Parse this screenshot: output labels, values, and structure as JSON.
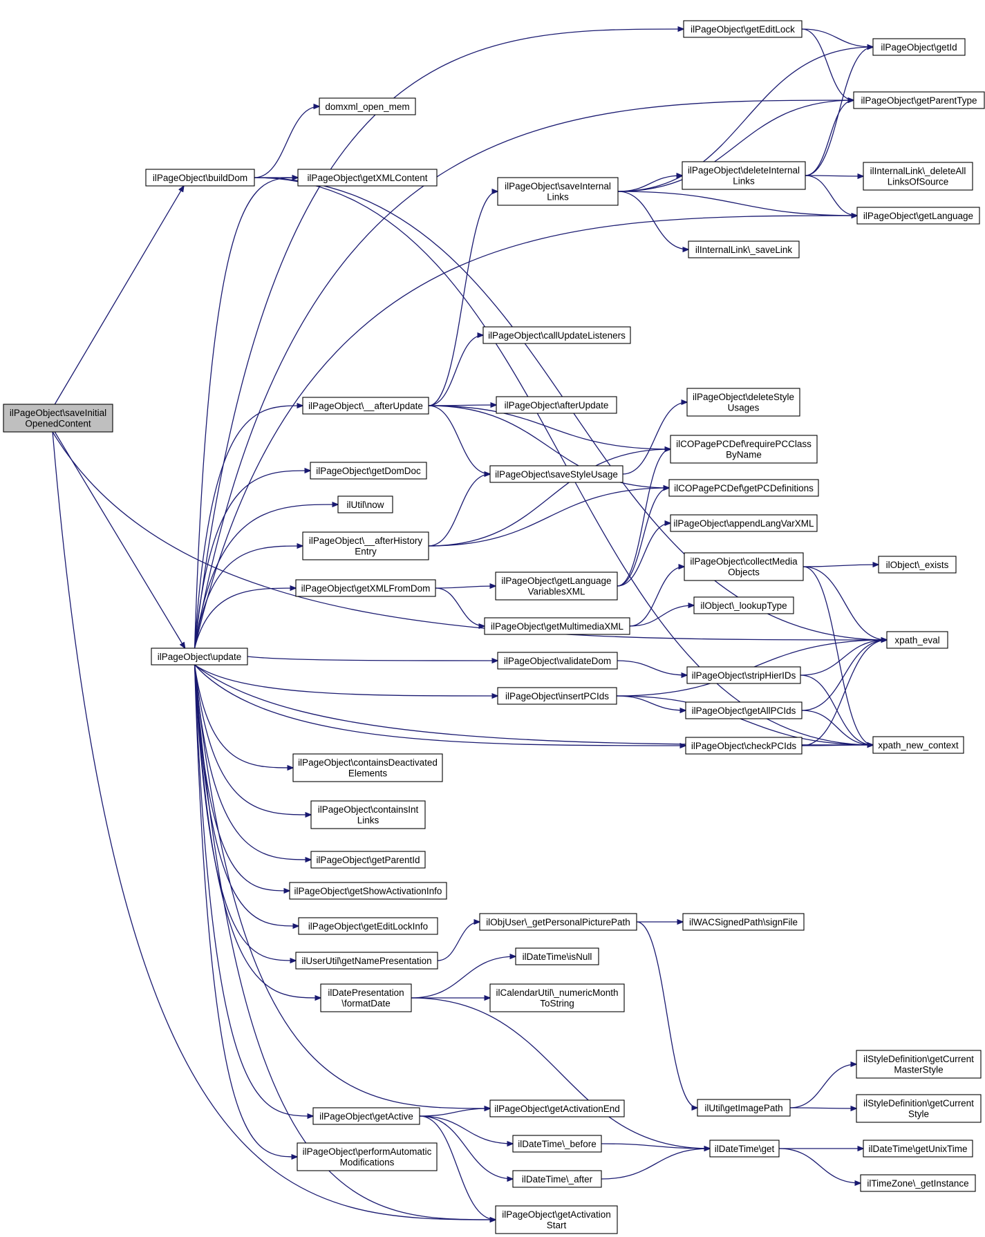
{
  "nodes": [
    {
      "id": "root",
      "lines": [
        "ilPageObject\\saveInitial",
        "OpenedContent"
      ]
    },
    {
      "id": "buildDom",
      "lines": [
        "ilPageObject\\buildDom"
      ]
    },
    {
      "id": "update",
      "lines": [
        "ilPageObject\\update"
      ]
    },
    {
      "id": "domxml",
      "lines": [
        "domxml_open_mem"
      ]
    },
    {
      "id": "getXMLContent",
      "lines": [
        "ilPageObject\\getXMLContent"
      ]
    },
    {
      "id": "afterUpdate__",
      "lines": [
        "ilPageObject\\__afterUpdate"
      ]
    },
    {
      "id": "getDomDoc",
      "lines": [
        "ilPageObject\\getDomDoc"
      ]
    },
    {
      "id": "now",
      "lines": [
        "ilUtil\\now"
      ]
    },
    {
      "id": "afterHistory",
      "lines": [
        "ilPageObject\\__afterHistory",
        "Entry"
      ]
    },
    {
      "id": "getXMLFromDom",
      "lines": [
        "ilPageObject\\getXMLFromDom"
      ]
    },
    {
      "id": "containsDeact",
      "lines": [
        "ilPageObject\\containsDeactivated",
        "Elements"
      ]
    },
    {
      "id": "containsInt",
      "lines": [
        "ilPageObject\\containsInt",
        "Links"
      ]
    },
    {
      "id": "getParentId",
      "lines": [
        "ilPageObject\\getParentId"
      ]
    },
    {
      "id": "getShowAct",
      "lines": [
        "ilPageObject\\getShowActivationInfo"
      ]
    },
    {
      "id": "getEditLockInfo",
      "lines": [
        "ilPageObject\\getEditLockInfo"
      ]
    },
    {
      "id": "getNamePres",
      "lines": [
        "ilUserUtil\\getNamePresentation"
      ]
    },
    {
      "id": "formatDate",
      "lines": [
        "ilDatePresentation",
        "\\formatDate"
      ]
    },
    {
      "id": "getActive",
      "lines": [
        "ilPageObject\\getActive"
      ]
    },
    {
      "id": "performAuto",
      "lines": [
        "ilPageObject\\performAutomatic",
        "Modifications"
      ]
    },
    {
      "id": "saveIntLinks",
      "lines": [
        "ilPageObject\\saveInternal",
        "Links"
      ]
    },
    {
      "id": "callUpdate",
      "lines": [
        "ilPageObject\\callUpdateListeners"
      ]
    },
    {
      "id": "afterUpdate",
      "lines": [
        "ilPageObject\\afterUpdate"
      ]
    },
    {
      "id": "saveStyleUsage",
      "lines": [
        "ilPageObject\\saveStyleUsage"
      ]
    },
    {
      "id": "getLangVars",
      "lines": [
        "ilPageObject\\getLanguage",
        "VariablesXML"
      ]
    },
    {
      "id": "getMultimedia",
      "lines": [
        "ilPageObject\\getMultimediaXML"
      ]
    },
    {
      "id": "validateDom",
      "lines": [
        "ilPageObject\\validateDom"
      ]
    },
    {
      "id": "insertPCIds",
      "lines": [
        "ilPageObject\\insertPCIds"
      ]
    },
    {
      "id": "getPicPath",
      "lines": [
        "ilObjUser\\_getPersonalPicturePath"
      ]
    },
    {
      "id": "isNull",
      "lines": [
        "ilDateTime\\isNull"
      ]
    },
    {
      "id": "numericMonth",
      "lines": [
        "ilCalendarUtil\\_numericMonth",
        "ToString"
      ]
    },
    {
      "id": "getActEnd",
      "lines": [
        "ilPageObject\\getActivationEnd"
      ]
    },
    {
      "id": "before",
      "lines": [
        "ilDateTime\\_before"
      ]
    },
    {
      "id": "after",
      "lines": [
        "ilDateTime\\_after"
      ]
    },
    {
      "id": "getActStart",
      "lines": [
        "ilPageObject\\getActivation",
        "Start"
      ]
    },
    {
      "id": "getEditLock",
      "lines": [
        "ilPageObject\\getEditLock"
      ]
    },
    {
      "id": "deleteIntLinks",
      "lines": [
        "ilPageObject\\deleteInternal",
        "Links"
      ]
    },
    {
      "id": "saveLink",
      "lines": [
        "ilInternalLink\\_saveLink"
      ]
    },
    {
      "id": "deleteStyle",
      "lines": [
        "ilPageObject\\deleteStyle",
        "Usages"
      ]
    },
    {
      "id": "requirePC",
      "lines": [
        "ilCOPagePCDef\\requirePCClass",
        "ByName"
      ]
    },
    {
      "id": "getPCDefs",
      "lines": [
        "ilCOPagePCDef\\getPCDefinitions"
      ]
    },
    {
      "id": "appendLang",
      "lines": [
        "ilPageObject\\appendLangVarXML"
      ]
    },
    {
      "id": "collectMedia",
      "lines": [
        "ilPageObject\\collectMedia",
        "Objects"
      ]
    },
    {
      "id": "lookupType",
      "lines": [
        "ilObject\\_lookupType"
      ]
    },
    {
      "id": "stripHier",
      "lines": [
        "ilPageObject\\stripHierIDs"
      ]
    },
    {
      "id": "getAllPC",
      "lines": [
        "ilPageObject\\getAllPCIds"
      ]
    },
    {
      "id": "checkPC",
      "lines": [
        "ilPageObject\\checkPCIds"
      ]
    },
    {
      "id": "signFile",
      "lines": [
        "ilWACSignedPath\\signFile"
      ]
    },
    {
      "id": "getImagePath",
      "lines": [
        "ilUtil\\getImagePath"
      ]
    },
    {
      "id": "dtGet",
      "lines": [
        "ilDateTime\\get"
      ]
    },
    {
      "id": "getId",
      "lines": [
        "ilPageObject\\getId"
      ]
    },
    {
      "id": "getParentType",
      "lines": [
        "ilPageObject\\getParentType"
      ]
    },
    {
      "id": "deleteAllLinks",
      "lines": [
        "ilInternalLink\\_deleteAll",
        "LinksOfSource"
      ]
    },
    {
      "id": "getLanguage",
      "lines": [
        "ilPageObject\\getLanguage"
      ]
    },
    {
      "id": "objExists",
      "lines": [
        "ilObject\\_exists"
      ]
    },
    {
      "id": "xpathEval",
      "lines": [
        "xpath_eval"
      ]
    },
    {
      "id": "xpathNew",
      "lines": [
        "xpath_new_context"
      ]
    },
    {
      "id": "masterStyle",
      "lines": [
        "ilStyleDefinition\\getCurrent",
        "MasterStyle"
      ]
    },
    {
      "id": "curStyle",
      "lines": [
        "ilStyleDefinition\\getCurrent",
        "Style"
      ]
    },
    {
      "id": "unixTime",
      "lines": [
        "ilDateTime\\getUnixTime"
      ]
    },
    {
      "id": "tzInstance",
      "lines": [
        "ilTimeZone\\_getInstance"
      ]
    }
  ],
  "edges": [
    [
      "root",
      "buildDom"
    ],
    [
      "root",
      "update"
    ],
    [
      "root",
      "getActStart"
    ],
    [
      "root",
      "xpathEval"
    ],
    [
      "buildDom",
      "domxml"
    ],
    [
      "buildDom",
      "getXMLContent"
    ],
    [
      "buildDom",
      "xpathEval"
    ],
    [
      "buildDom",
      "xpathNew"
    ],
    [
      "update",
      "getXMLContent"
    ],
    [
      "update",
      "afterUpdate__"
    ],
    [
      "update",
      "getDomDoc"
    ],
    [
      "update",
      "now"
    ],
    [
      "update",
      "afterHistory"
    ],
    [
      "update",
      "getXMLFromDom"
    ],
    [
      "update",
      "containsDeact"
    ],
    [
      "update",
      "containsInt"
    ],
    [
      "update",
      "getParentId"
    ],
    [
      "update",
      "getShowAct"
    ],
    [
      "update",
      "getEditLockInfo"
    ],
    [
      "update",
      "getNamePres"
    ],
    [
      "update",
      "formatDate"
    ],
    [
      "update",
      "getActive"
    ],
    [
      "update",
      "performAuto"
    ],
    [
      "update",
      "getActEnd"
    ],
    [
      "update",
      "getActStart"
    ],
    [
      "update",
      "validateDom"
    ],
    [
      "update",
      "insertPCIds"
    ],
    [
      "update",
      "checkPC"
    ],
    [
      "update",
      "getEditLock"
    ],
    [
      "update",
      "getParentType"
    ],
    [
      "update",
      "getLanguage"
    ],
    [
      "update",
      "xpathNew"
    ],
    [
      "afterUpdate__",
      "saveIntLinks"
    ],
    [
      "afterUpdate__",
      "callUpdate"
    ],
    [
      "afterUpdate__",
      "afterUpdate"
    ],
    [
      "afterUpdate__",
      "saveStyleUsage"
    ],
    [
      "afterUpdate__",
      "requirePC"
    ],
    [
      "afterUpdate__",
      "getPCDefs"
    ],
    [
      "afterHistory",
      "saveStyleUsage"
    ],
    [
      "afterHistory",
      "requirePC"
    ],
    [
      "afterHistory",
      "getPCDefs"
    ],
    [
      "getXMLFromDom",
      "getLangVars"
    ],
    [
      "getXMLFromDom",
      "getMultimedia"
    ],
    [
      "getLangVars",
      "requirePC"
    ],
    [
      "getLangVars",
      "getPCDefs"
    ],
    [
      "getLangVars",
      "appendLang"
    ],
    [
      "getMultimedia",
      "collectMedia"
    ],
    [
      "getMultimedia",
      "lookupType"
    ],
    [
      "saveStyleUsage",
      "deleteStyle"
    ],
    [
      "saveIntLinks",
      "getId"
    ],
    [
      "saveIntLinks",
      "getParentType"
    ],
    [
      "saveIntLinks",
      "deleteIntLinks"
    ],
    [
      "saveIntLinks",
      "getLanguage"
    ],
    [
      "saveIntLinks",
      "saveLink"
    ],
    [
      "getEditLock",
      "getId"
    ],
    [
      "getEditLock",
      "getParentType"
    ],
    [
      "deleteIntLinks",
      "getId"
    ],
    [
      "deleteIntLinks",
      "getParentType"
    ],
    [
      "deleteIntLinks",
      "deleteAllLinks"
    ],
    [
      "deleteIntLinks",
      "getLanguage"
    ],
    [
      "collectMedia",
      "objExists"
    ],
    [
      "collectMedia",
      "xpathEval"
    ],
    [
      "collectMedia",
      "xpathNew"
    ],
    [
      "validateDom",
      "stripHier"
    ],
    [
      "insertPCIds",
      "xpathEval"
    ],
    [
      "insertPCIds",
      "getAllPC"
    ],
    [
      "insertPCIds",
      "xpathNew"
    ],
    [
      "stripHier",
      "xpathEval"
    ],
    [
      "stripHier",
      "xpathNew"
    ],
    [
      "getAllPC",
      "xpathEval"
    ],
    [
      "getAllPC",
      "xpathNew"
    ],
    [
      "checkPC",
      "xpathEval"
    ],
    [
      "checkPC",
      "xpathNew"
    ],
    [
      "getNamePres",
      "getPicPath"
    ],
    [
      "getPicPath",
      "signFile"
    ],
    [
      "getPicPath",
      "getImagePath"
    ],
    [
      "getImagePath",
      "masterStyle"
    ],
    [
      "getImagePath",
      "curStyle"
    ],
    [
      "formatDate",
      "isNull"
    ],
    [
      "formatDate",
      "numericMonth"
    ],
    [
      "formatDate",
      "dtGet"
    ],
    [
      "getActive",
      "getActEnd"
    ],
    [
      "getActive",
      "before"
    ],
    [
      "getActive",
      "after"
    ],
    [
      "getActive",
      "getActStart"
    ],
    [
      "before",
      "dtGet"
    ],
    [
      "after",
      "dtGet"
    ],
    [
      "dtGet",
      "unixTime"
    ],
    [
      "dtGet",
      "tzInstance"
    ]
  ]
}
